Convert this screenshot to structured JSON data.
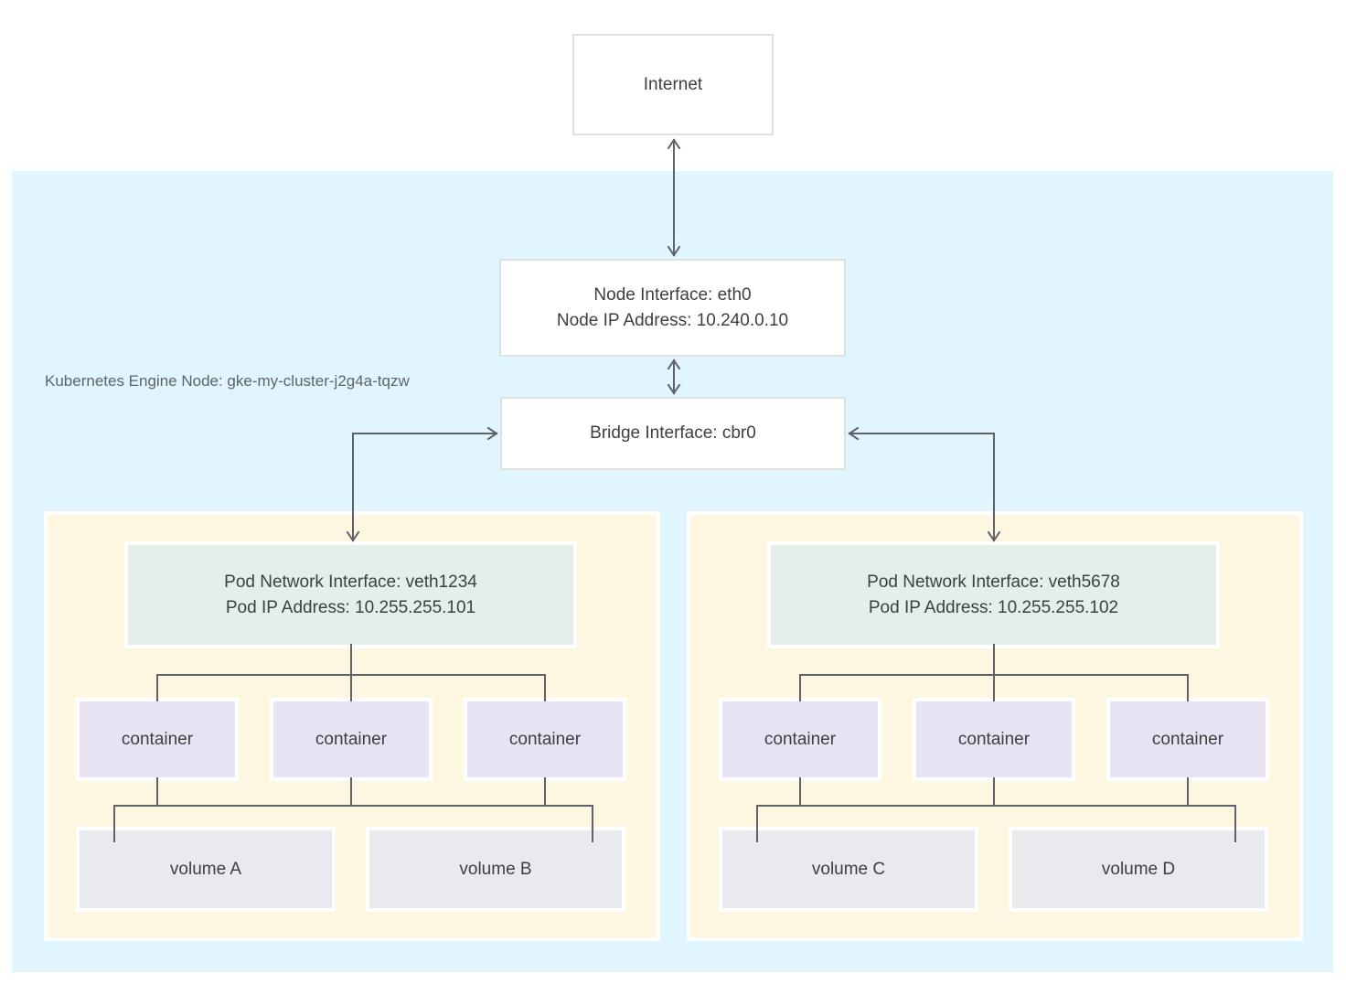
{
  "title": "Kubernetes Engine node networking diagram",
  "colors": {
    "node_panel_bg": "#E1F5FE",
    "pod_bg": "#FDF7E2",
    "pod_interface_bg": "#E3EFE8",
    "container_bg": "#E8E4F4",
    "volume_bg": "#E8EAED",
    "connector_line": "#5F6368",
    "white_box_border": "#E0E0E0",
    "text": "#3C4043",
    "panel_label_text": "#5F6368"
  },
  "internet": {
    "label": "Internet"
  },
  "node_panel": {
    "label": "Kubernetes Engine Node: gke-my-cluster-j2g4a-tqzw"
  },
  "node_interface": {
    "line1": "Node Interface: eth0",
    "line2": "Node IP Address: 10.240.0.10"
  },
  "bridge": {
    "label": "Bridge Interface: cbr0"
  },
  "pods": [
    {
      "interface": {
        "line1": "Pod Network Interface: veth1234",
        "line2": "Pod IP Address: 10.255.255.101"
      },
      "containers": [
        "container",
        "container",
        "container"
      ],
      "volumes": [
        "volume A",
        "volume B"
      ]
    },
    {
      "interface": {
        "line1": "Pod Network Interface: veth5678",
        "line2": "Pod IP Address: 10.255.255.102"
      },
      "containers": [
        "container",
        "container",
        "container"
      ],
      "volumes": [
        "volume C",
        "volume D"
      ]
    }
  ]
}
